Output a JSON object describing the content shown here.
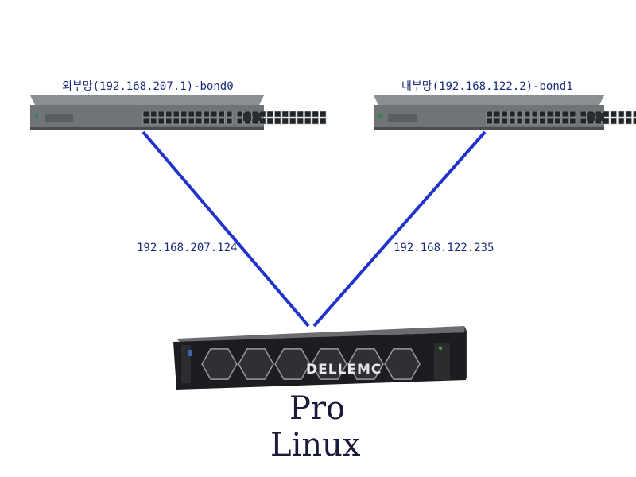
{
  "switches": {
    "left": {
      "label": "외부망(192.168.207.1)-bond0"
    },
    "right": {
      "label": "내부망(192.168.122.2)-bond1"
    }
  },
  "links": {
    "left": {
      "ip": "192.168.207.124"
    },
    "right": {
      "ip": "192.168.122.235"
    }
  },
  "server": {
    "brand": "DELLEMC"
  },
  "logo": {
    "line1": "Pro",
    "line2": "Linux"
  },
  "colors": {
    "link": "#2233cc",
    "label": "#1a2a7a",
    "switch_body": "#6f7478"
  }
}
